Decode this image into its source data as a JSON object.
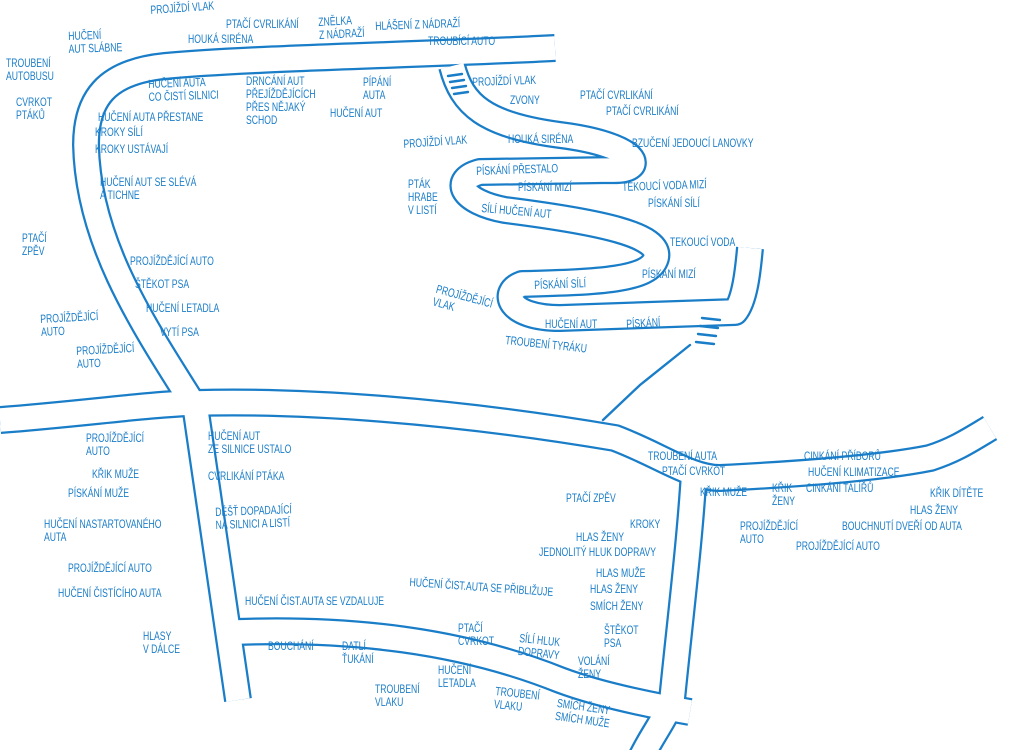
{
  "colors": {
    "ink": "#1a7dc8",
    "paper": "#ffffff"
  },
  "labels": [
    "PROJÍŽDÍ VLAK",
    "PTAČÍ CVRLIKÁNÍ",
    "HOUKÁ SIRÉNA",
    "ZNĚLKA\nZ NÁDRAŽÍ",
    "HLÁŠENÍ Z NÁDRAŽÍ",
    "TROUBÍCÍ AUTO",
    "HUČENÍ\nAUT SLÁBNE",
    "TROUBENÍ\nAUTOBUSU",
    "CVRKOT\nPTÁKŮ",
    "HUČENÍ AUTA\nCO ČISTÍ SILNICI",
    "DRNCÁNÍ AUT\nPŘEJÍŽDĚJÍCÍCH\nPŘES NĚJAKÝ\nSCHOD",
    "PÍPÁNÍ\nAUTA",
    "HUČENÍ AUT",
    "HUČENÍ AUTA PŘESTANE",
    "KROKY SÍLÍ",
    "KROKY USTÁVAJÍ",
    "HUČENÍ AUT SE SLÉVÁ\nA TICHNE",
    "PROJÍŽDÍ VLAK",
    "ZVONY",
    "PTAČÍ CVRLIKÁNÍ",
    "PTAČÍ CVRLIKÁNÍ",
    "PROJÍŽDÍ VLAK",
    "HOUKÁ SIRÉNA",
    "BZUČENÍ JEDOUCÍ LANOVKY",
    "PÍSKÁNÍ PŘESTALO",
    "PÍSKÁNÍ MIZÍ",
    "PTÁK\nHRABE\nV LISTÍ",
    "SÍLÍ HUČENÍ AUT",
    "TEKOUCÍ VODA MIZÍ",
    "PÍSKÁNÍ SÍLÍ",
    "TEKOUCÍ VODA",
    "PÍSKÁNÍ MIZÍ",
    "PÍSKÁNÍ SÍLÍ",
    "PROJÍŽDĚJÍCÍ\nVLAK",
    "HUČENÍ AUT",
    "TROUBENÍ TYRÁKU",
    "PÍSKÁNÍ",
    "PTAČÍ\nZPĚV",
    "PROJÍŽDĚJÍCÍ AUTO",
    "ŠTĚKOT PSA",
    "HUČENÍ LETADLA",
    "VYTÍ PSA",
    "PROJÍŽDĚJÍCÍ\nAUTO",
    "PROJÍŽDĚJÍCÍ\nAUTO",
    "PROJÍŽDĚJÍCÍ\nAUTO",
    "KŘIK MUŽE",
    "PÍSKÁNÍ MUŽE",
    "HUČENÍ NASTARTOVANÉHO\nAUTA",
    "PROJÍŽDĚJÍCÍ AUTO",
    "HUČENÍ ČISTÍCÍHO AUTA",
    "HLASY\nV DÁLCE",
    "HUČENÍ AUT\nZE SILNICE USTALO",
    "CVRLIKÁNÍ PTÁKA",
    "DÉŠŤ DOPADAJÍCÍ\nNA SILNICI A LISTÍ",
    "HUČENÍ ČIST.AUTA SE VZDALUJE",
    "HUČENÍ ČIST.AUTA SE PŘIBLIŽUJE",
    "PTAČÍ\nCVRKOT",
    "SÍLÍ HLUK\nDOPRAVY",
    "VOLÁNÍ\nŽENY",
    "BOUCHÁNÍ",
    "DATLÍ\nŤUKÁNÍ",
    "TROUBENÍ\nVLAKU",
    "HUČENÍ\nLETADLA",
    "TROUBENÍ\nVLAKU",
    "SMÍCH ŽENY\nSMÍCH MUŽE",
    "PTAČÍ ZPĚV",
    "KROKY",
    "HLAS ŽENY",
    "JEDNOLITÝ HLUK DOPRAVY",
    "HLAS MUŽE",
    "HLAS ŽENY",
    "SMÍCH ŽENY",
    "ŠTĚKOT\nPSA",
    "TROUBENÍ AUTA",
    "PTAČÍ CVRKOT",
    "KŘIK MUŽE",
    "KŘIK\nŽENY",
    "CINKÁNÍ PŘÍBORŮ",
    "HUČENÍ KLIMATIZACE",
    "CINKÁNÍ TALÍŘŮ",
    "KŘIK DÍTĚTE",
    "HLAS ŽENY",
    "PROJÍŽDĚJÍCÍ\nAUTO",
    "BOUCHNUTÍ DVEŘÍ OD AUTA",
    "PROJÍŽDĚJÍCÍ AUTO"
  ]
}
